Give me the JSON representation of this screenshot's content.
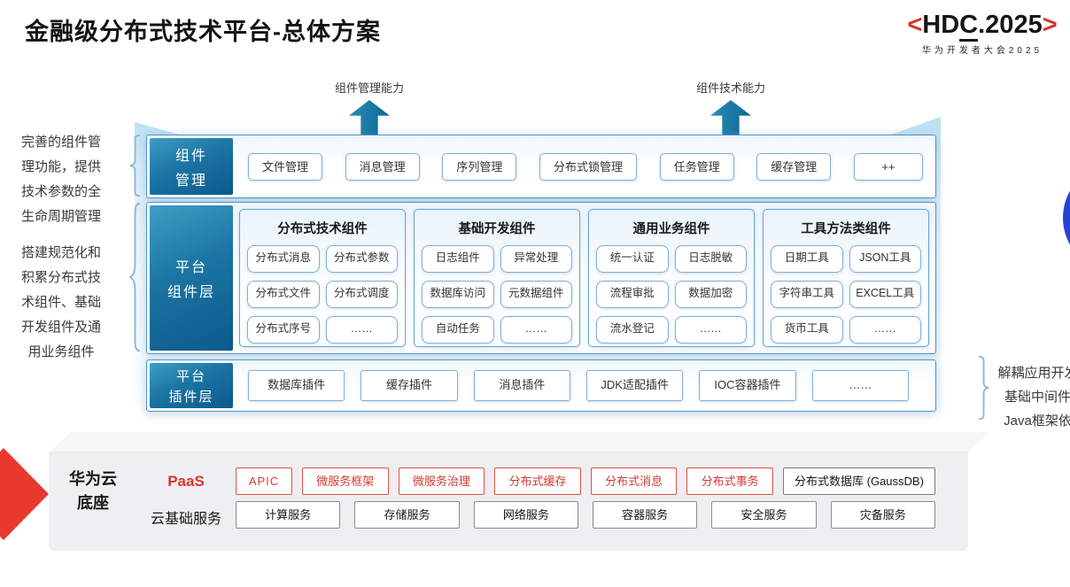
{
  "title": "金融级分布式技术平台-总体方案",
  "logo": {
    "left_bracket": "<",
    "hd": "HD",
    "c": "C",
    "rest": ".2025",
    "right_bracket": ">",
    "subtitle": "华为开发者大会2025"
  },
  "arrows": {
    "left_label": "组件管理能力",
    "right_label": "组件技术能力"
  },
  "annotations": {
    "left_top": "完善的组件管理功能，提供技术参数的全生命周期管理",
    "left_bottom": "搭建规范化和积累分布式技术组件、基础开发组件及通用业务组件",
    "right": "解耦应用开发对基础中间件及Java框架依赖"
  },
  "rows": {
    "management": {
      "label": [
        "组件",
        "管理"
      ],
      "items": [
        "文件管理",
        "消息管理",
        "序列管理",
        "分布式锁管理",
        "任务管理",
        "缓存管理",
        "++"
      ]
    },
    "components": {
      "label": [
        "平台",
        "组件层"
      ],
      "groups": [
        {
          "title": "分布式技术组件",
          "items": [
            "分布式消息",
            "分布式参数",
            "分布式文件",
            "分布式调度",
            "分布式序号",
            "……"
          ]
        },
        {
          "title": "基础开发组件",
          "items": [
            "日志组件",
            "异常处理",
            "数据库访问",
            "元数据组件",
            "自动任务",
            "……"
          ]
        },
        {
          "title": "通用业务组件",
          "items": [
            "统一认证",
            "日志脱敏",
            "流程审批",
            "数据加密",
            "流水登记",
            "……"
          ]
        },
        {
          "title": "工具方法类组件",
          "items": [
            "日期工具",
            "JSON工具",
            "字符串工具",
            "EXCEL工具",
            "货币工具",
            "……"
          ]
        }
      ]
    },
    "plugins": {
      "label": [
        "平台",
        "插件层"
      ],
      "items": [
        "数据库插件",
        "缓存插件",
        "消息插件",
        "JDK适配插件",
        "IOC容器插件",
        "……"
      ]
    }
  },
  "foundation": {
    "label": [
      "华为云",
      "底座"
    ],
    "paas": {
      "label": "PaaS",
      "items": [
        "APIC",
        "微服务框架",
        "微服务治理",
        "分布式缓存",
        "分布式消息",
        "分布式事务"
      ],
      "db_item": "分布式数据库 (GaussDB)"
    },
    "iaas": {
      "label": "云基础服务",
      "items": [
        "计算服务",
        "存储服务",
        "网络服务",
        "容器服务",
        "安全服务",
        "灾备服务"
      ]
    }
  },
  "colors": {
    "accent_red": "#D8352B",
    "circle_blue": "#2543D6",
    "teal_light": "#3D9EC4",
    "teal_dark": "#0B5A8C",
    "panel_border": "#4E94C8",
    "box_border": "#7FB0D8",
    "gray_border": "#8C8C8C",
    "backdrop_blue": "#B9DEF2"
  }
}
